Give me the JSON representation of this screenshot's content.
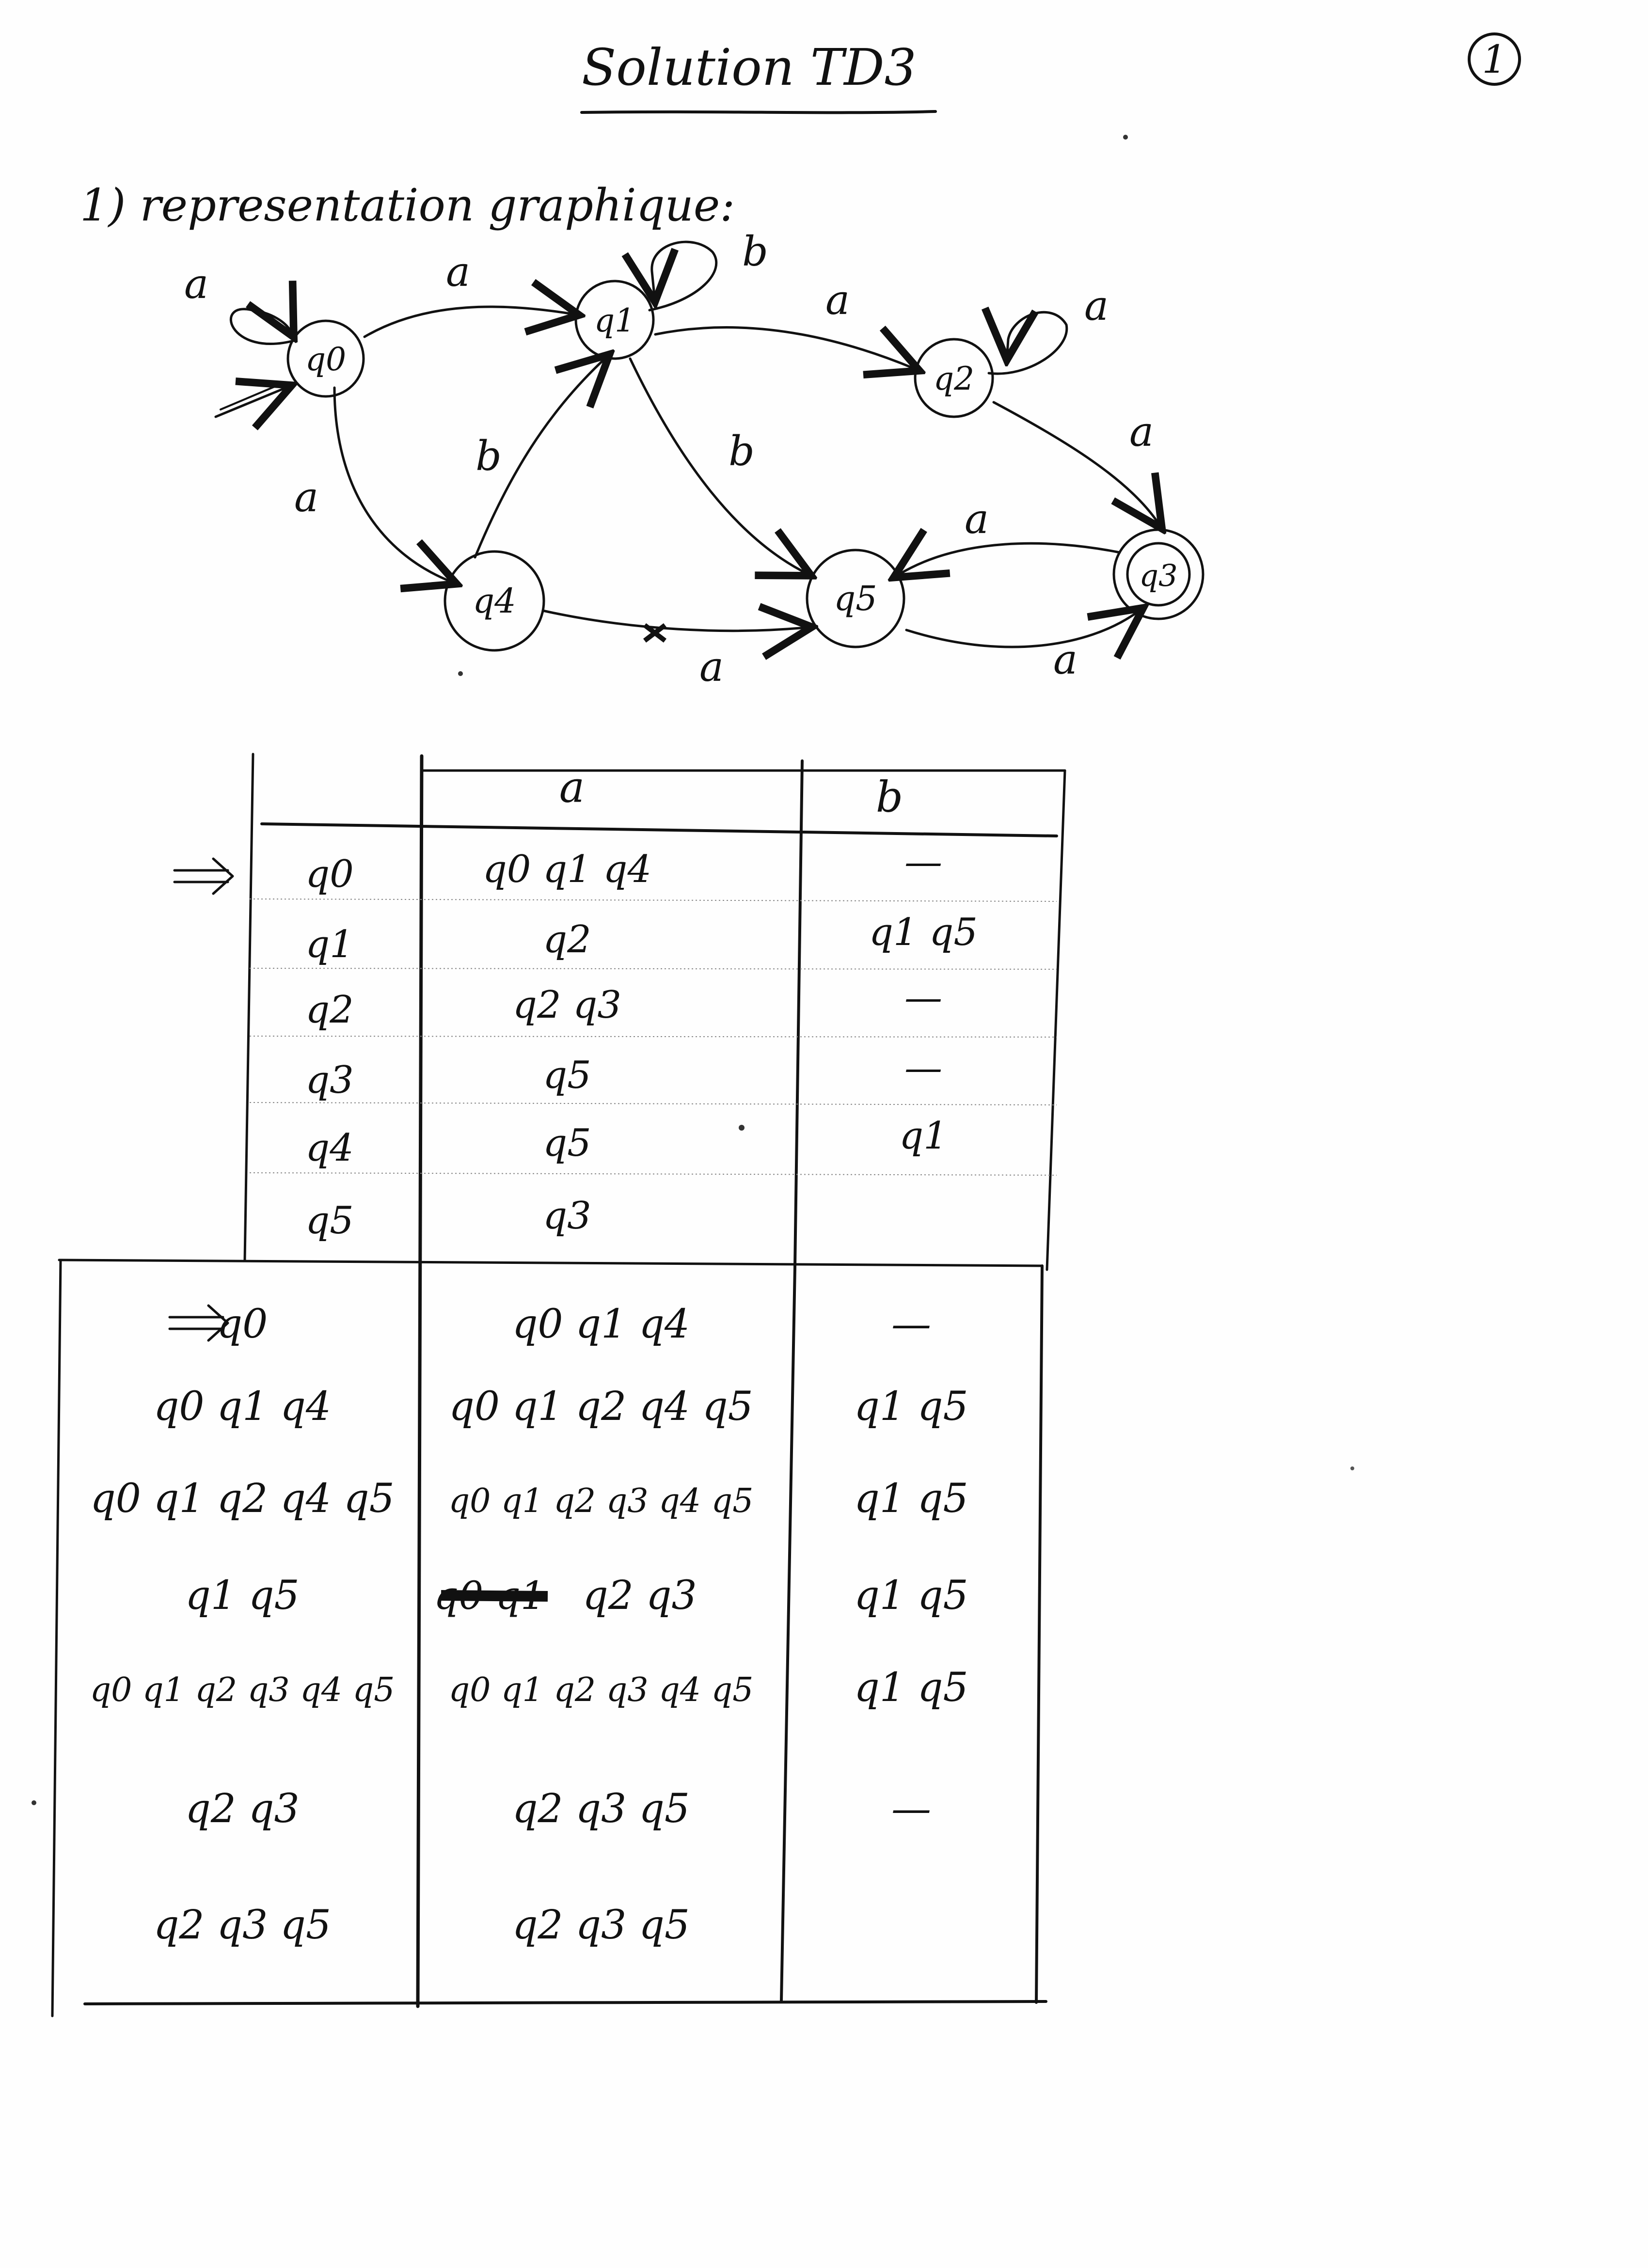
{
  "header": {
    "title": "Solution TD3",
    "page_number": "1"
  },
  "section": {
    "heading": "1) representation graphique:"
  },
  "diagram": {
    "states": [
      {
        "id": "q0",
        "label": "q0",
        "initial": true,
        "final": false
      },
      {
        "id": "q1",
        "label": "q1",
        "initial": false,
        "final": false
      },
      {
        "id": "q2",
        "label": "q2",
        "initial": false,
        "final": false
      },
      {
        "id": "q3",
        "label": "q3",
        "initial": false,
        "final": true
      },
      {
        "id": "q4",
        "label": "q4",
        "initial": false,
        "final": false
      },
      {
        "id": "q5",
        "label": "q5",
        "initial": false,
        "final": false
      }
    ],
    "transitions": [
      {
        "from": "q0",
        "to": "q0",
        "symbol": "a"
      },
      {
        "from": "q0",
        "to": "q1",
        "symbol": "a"
      },
      {
        "from": "q0",
        "to": "q4",
        "symbol": "a"
      },
      {
        "from": "q1",
        "to": "q1",
        "symbol": "b"
      },
      {
        "from": "q1",
        "to": "q2",
        "symbol": "a"
      },
      {
        "from": "q1",
        "to": "q5",
        "symbol": "b"
      },
      {
        "from": "q2",
        "to": "q2",
        "symbol": "a"
      },
      {
        "from": "q2",
        "to": "q3",
        "symbol": "a"
      },
      {
        "from": "q3",
        "to": "q5",
        "symbol": "a"
      },
      {
        "from": "q4",
        "to": "q1",
        "symbol": "b"
      },
      {
        "from": "q4",
        "to": "q5",
        "symbol": "a"
      },
      {
        "from": "q5",
        "to": "q3",
        "symbol": "a"
      }
    ]
  },
  "table1": {
    "headers": [
      "",
      "a",
      "b"
    ],
    "rows": [
      {
        "initial": true,
        "state": "q0",
        "a": "q0 q1 q4",
        "b": "—"
      },
      {
        "initial": false,
        "state": "q1",
        "a": "q2",
        "b": "q1 q5"
      },
      {
        "initial": false,
        "state": "q2",
        "a": "q2 q3",
        "b": "—"
      },
      {
        "initial": false,
        "state": "q3",
        "a": "q5",
        "b": "—"
      },
      {
        "initial": false,
        "state": "q4",
        "a": "q5",
        "b": "q1"
      },
      {
        "initial": false,
        "state": "q5",
        "a": "q3",
        "b": ""
      }
    ]
  },
  "table2": {
    "rows": [
      {
        "initial": true,
        "state": "q0",
        "a": "q0 q1 q4",
        "b": "—"
      },
      {
        "initial": false,
        "state": "q0 q1 q4",
        "a": "q0 q1 q2 q4 q5",
        "b": "q1 q5"
      },
      {
        "initial": false,
        "state": "q0 q1 q2 q4 q5",
        "a": "q0 q1 q2 q3 q4 q5",
        "b": "q1 q5"
      },
      {
        "initial": false,
        "state": "q1 q5",
        "a": "q2 q3",
        "struck": "q0 q1",
        "b": "q1 q5"
      },
      {
        "initial": false,
        "state": "q0 q1 q2 q3 q4 q5",
        "a": "q0 q1 q2 q3 q4 q5",
        "b": "q1 q5"
      },
      {
        "initial": false,
        "state": "q2 q3",
        "a": "q2 q3 q5",
        "b": "—"
      },
      {
        "initial": false,
        "state": "q2 q3 q5",
        "a": "q2 q3 q5",
        "b": ""
      }
    ]
  }
}
